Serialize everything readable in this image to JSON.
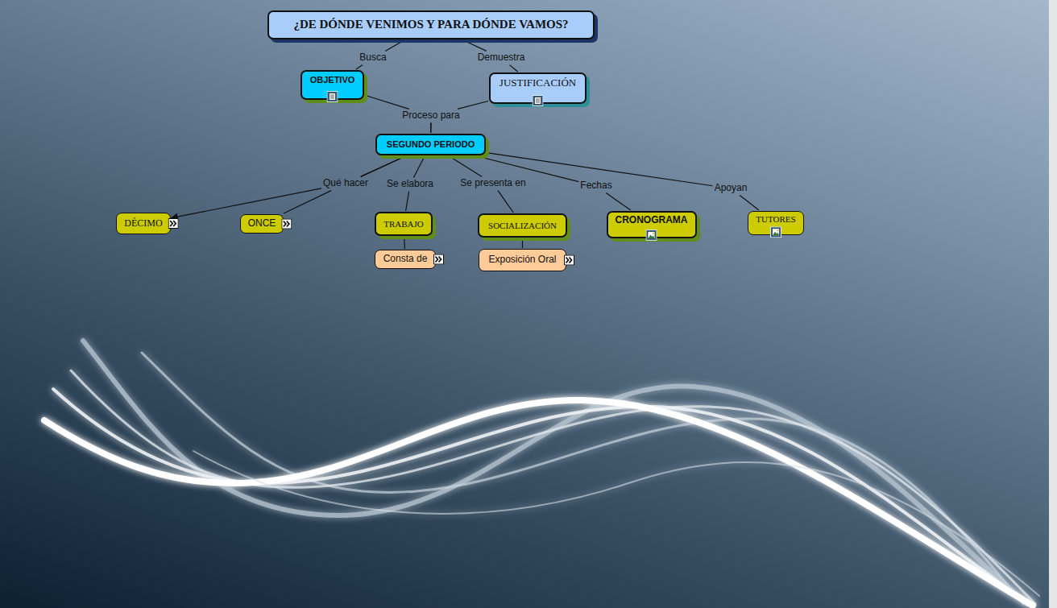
{
  "diagram": {
    "nodes": [
      {
        "text": [
          "¿DE DÓNDE VENIMOS Y PARA DÓNDE VAMOS?"
        ]
      },
      {
        "text": [
          "OBJETIVO"
        ]
      },
      {
        "text": [
          "JUSTIFICACIÓN"
        ]
      },
      {
        "text": [
          "SEGUNDO PERIODO"
        ]
      },
      {
        "text": [
          "DÉCIMO"
        ]
      },
      {
        "text": [
          "ONCE"
        ]
      },
      {
        "text": [
          "TRABAJO"
        ]
      },
      {
        "text": [
          "Consta de"
        ]
      },
      {
        "text": [
          "SOCIALIZACIÓN"
        ]
      },
      {
        "text": [
          "Exposición Oral"
        ]
      },
      {
        "text": [
          "CRONOGRAMA"
        ]
      },
      {
        "text": [
          "TUTORES"
        ]
      }
    ],
    "edges": [
      {
        "from": 0,
        "to": 1,
        "label": "Busca",
        "arrow": "none"
      },
      {
        "from": 0,
        "to": 2,
        "label": "Demuestra",
        "arrow": "none"
      },
      {
        "from": 1,
        "to": 3,
        "label": "Proceso para",
        "arrow": "none"
      },
      {
        "from": 2,
        "to": 3,
        "arrow": "none"
      },
      {
        "from": 3,
        "to": 4,
        "label": "Qué hacer",
        "arrow": "to"
      },
      {
        "from": 3,
        "to": 5,
        "arrow": "none"
      },
      {
        "from": 3,
        "to": 6,
        "label": "Se elabora",
        "arrow": "none"
      },
      {
        "from": 3,
        "to": 8,
        "label": "Se presenta en",
        "arrow": "none"
      },
      {
        "from": 3,
        "to": 10,
        "label": "Fechas",
        "arrow": "none"
      },
      {
        "from": 3,
        "to": 11,
        "label": "Apoyan",
        "arrow": "none"
      },
      {
        "from": 6,
        "to": 7,
        "arrow": "none"
      },
      {
        "from": 8,
        "to": 9,
        "arrow": "none"
      }
    ]
  }
}
